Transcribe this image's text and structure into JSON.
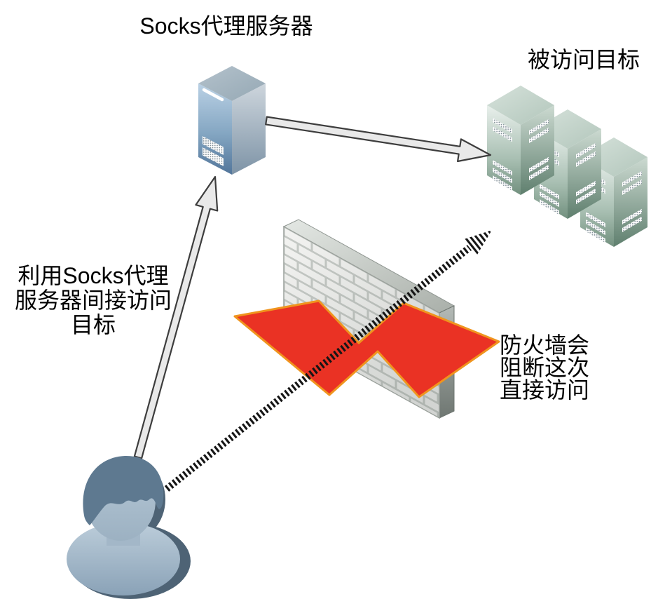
{
  "labels": {
    "proxy": "Socks代理服务器",
    "targets": "被访问目标"
  },
  "notes": {
    "indirect": {
      "lines": [
        "利用Socks代理",
        "服务器间接访问",
        "目标"
      ]
    },
    "blocked": {
      "lines": [
        "防火墙会",
        "阻断这次",
        "直接访问"
      ]
    }
  },
  "icons": {
    "proxy": "server-tower-icon",
    "targets": "server-cluster-icon",
    "firewall": "brick-wall-firewall-icon",
    "block": "lightning-bolt-icon",
    "user": "person-icon",
    "indirect_path": "solid-block-arrow",
    "direct_path": "striped-dashed-arrow"
  },
  "colors": {
    "background": "#ffffff",
    "text": "#000000",
    "bolt_fill": "#ea3224",
    "bolt_stroke": "#f0941e",
    "solid_arrow_fill": "#e9e9e9",
    "solid_arrow_stroke": "#3d3d3d",
    "striped_arrow": "#161616",
    "brick": "#f4f4f2",
    "mortar": "#c6cac6",
    "proxy_server_blue": "#7fa3c0",
    "target_server_green": "#8aa695",
    "person_blue": "#9db3c6"
  }
}
